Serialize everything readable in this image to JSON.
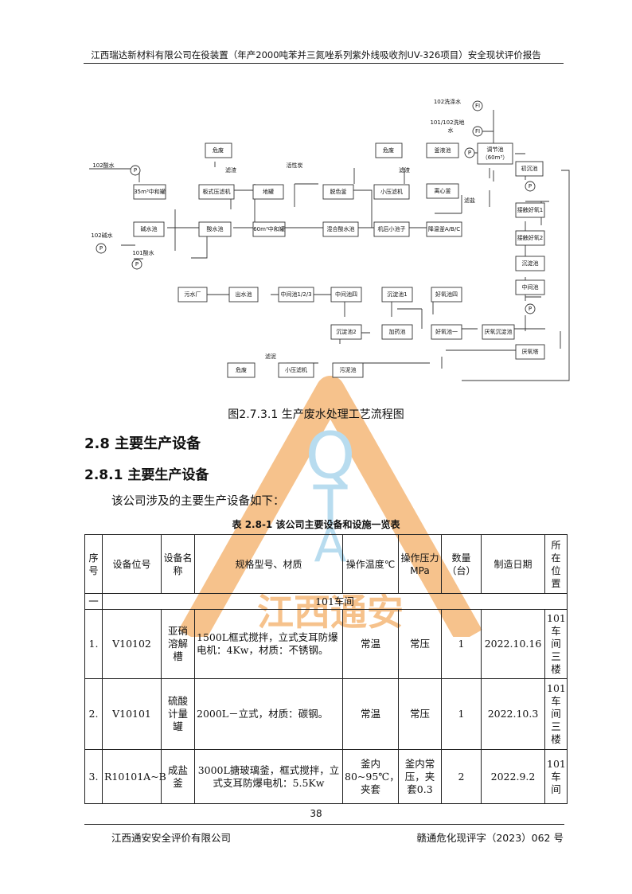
{
  "header": {
    "title": "江西瑞达新材料有限公司在役装置（年产2000吨苯并三氮唑系列紫外线吸收剂UV-326项目）安全现状评价报告"
  },
  "watermark": {
    "letters": [
      "Q",
      "T",
      "A"
    ],
    "text": "江西通安"
  },
  "figure": {
    "caption": "图2.7.3.1 生产废水处理工艺流程图",
    "nodes": {
      "n_wf1": "危废",
      "n_lv": "滤渣",
      "n_hxt": "活性炭",
      "n_wf2": "危废",
      "n_lv2": "滤渣",
      "n_jiang": "釜液池",
      "n_lixin": "离心釜",
      "n_lvyan": "滤盐",
      "n_tjc": "调节池",
      "n_tjc2": "（60m³）",
      "n_cch": "初沉池",
      "n_102xd": "102洗涤水",
      "n_101xd": "101/102洗地",
      "n_101xd2": "水",
      "n_102s": "102酸水",
      "n_35": "35m³中和罐",
      "n_kbj": "板式压滤机",
      "n_dg": "地罐",
      "n_tsf": "脱色釜",
      "n_xyj": "小压滤机",
      "n_jsc": "碱水池",
      "n_ssc": "酸水池",
      "n_60": "60m³中和罐",
      "n_hhs": "混合酸水池",
      "n_jhx": "机后小池子",
      "n_jwf": "降温釜A/B/C",
      "n_102js": "102碱水",
      "n_101s": "101酸水",
      "n_jchy1": "接触好氧1",
      "n_jchy2": "接触好氧2",
      "n_cdc": "沉淀池",
      "n_zjc": "中间池",
      "n_wsc": "污水厂",
      "n_csc": "出水池",
      "n_zjc123": "中间池1/2/3",
      "n_zjs": "中间池四",
      "n_cdc1": "沉淀池1",
      "n_hyc4": "好氧池四",
      "n_cdc2": "沉淀池2",
      "n_jyc": "加药池",
      "n_hyc1": "好氧池一",
      "n_yycd": "厌氧沉淀池",
      "n_yyt": "厌氧塔",
      "n_wf3": "危废",
      "n_xyj2": "小压滤机",
      "n_wnc": "污泥池",
      "n_lvni": "滤泥",
      "n_p": "P",
      "n_fi": "FI"
    }
  },
  "section": {
    "h2_8": "2.8 主要生产设备",
    "h2_8_1": "2.8.1 主要生产设备",
    "intro": "该公司涉及的主要生产设备如下："
  },
  "table": {
    "caption": "表 2.8-1 该公司主要设备和设施一览表",
    "headers": [
      "序号",
      "设备位号",
      "设备名称",
      "规格型号、材质",
      "操作温度℃",
      "操作压力MPa",
      "数量（台）",
      "制造日期",
      "所在位置"
    ],
    "group": {
      "no": "一",
      "label": "101车间"
    },
    "rows": [
      {
        "no": "1.",
        "tag": "V10102",
        "name": "亚硝溶解槽",
        "spec": "1500L框式搅拌，立式支耳防爆电机：4Kw，材质：不锈钢。",
        "temp": "常温",
        "press": "常压",
        "qty": "1",
        "date": "2022.10.16",
        "loc": "101车间三楼"
      },
      {
        "no": "2.",
        "tag": "V10101",
        "name": "硫酸计量罐",
        "spec": "2000L－立式，材质：碳钢。",
        "temp": "常温",
        "press": "常压",
        "qty": "1",
        "date": "2022.10.3",
        "loc": "101车间三楼"
      },
      {
        "no": "3.",
        "tag": "R10101A~B",
        "name": "成盐釜",
        "spec": "3000L搪玻璃釜，框式搅拌，立式支耳防爆电机：5.5Kw",
        "temp": "釜内80~95℃，夹套",
        "press": "釜内常压，夹套0.3",
        "qty": "2",
        "date": "2022.9.2",
        "loc": "101车间"
      }
    ]
  },
  "footer": {
    "page": "38",
    "left": "江西通安安全评价有限公司",
    "right": "赣通危化现评字（2023）062 号"
  },
  "colors": {
    "watermark_orange": "#f6c28c",
    "watermark_blue": "#b8dcef"
  }
}
